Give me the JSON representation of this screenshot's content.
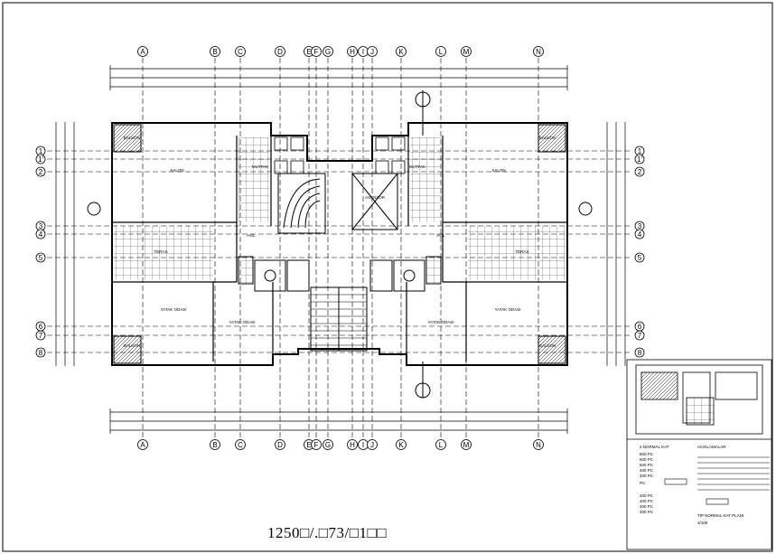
{
  "drawing": {
    "caption": "1250□/.□73/□1□□",
    "grid_letters": [
      "A",
      "B",
      "C",
      "D",
      "E",
      "F",
      "G",
      "H",
      "I",
      "J",
      "K",
      "L",
      "M",
      "N"
    ],
    "grid_numbers": [
      "1",
      "1'",
      "2",
      "3",
      "4",
      "5",
      "6",
      "7",
      "8"
    ],
    "room_labels": [
      {
        "text": "SALON",
        "id": "r-salon-l"
      },
      {
        "text": "SALON",
        "id": "r-salon-r"
      },
      {
        "text": "YATAK ODASI",
        "id": "r-yatak-1"
      },
      {
        "text": "YATAK ODASI",
        "id": "r-yatak-2"
      },
      {
        "text": "YATAK ODASI",
        "id": "r-yatak-3"
      },
      {
        "text": "YATAK ODASI",
        "id": "r-yatak-4"
      },
      {
        "text": "MUTFAK",
        "id": "r-mutfak-l"
      },
      {
        "text": "MUTFAK",
        "id": "r-mutfak-r"
      },
      {
        "text": "BALKON",
        "id": "r-balkon-1"
      },
      {
        "text": "BALKON",
        "id": "r-balkon-2"
      },
      {
        "text": "BALKON",
        "id": "r-balkon-3"
      },
      {
        "text": "BALKON",
        "id": "r-balkon-4"
      },
      {
        "text": "ASANSOR",
        "id": "r-asansor"
      },
      {
        "text": "HOL",
        "id": "r-hol-l"
      },
      {
        "text": "HOL",
        "id": "r-hol-r"
      },
      {
        "text": "TERAS",
        "id": "r-teras-l"
      },
      {
        "text": "TERAS",
        "id": "r-teras-r"
      }
    ]
  },
  "legend": {
    "title": "2.NORMAL KAT",
    "items": [
      "600 PC",
      "600 PC",
      "600 PC",
      "400 PC",
      "400 PC",
      "PC"
    ],
    "section_title": "ACIKLAMALAR",
    "plan_title": "TIP NORMAL KAT PLANI",
    "sub_items": [
      "400 PC",
      "400 PC",
      "400 PC",
      "400 PC"
    ],
    "scale": "1/100"
  }
}
